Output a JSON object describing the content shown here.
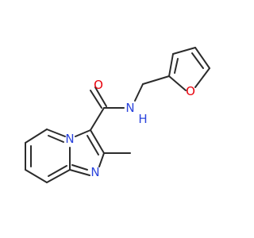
{
  "molecule": {
    "atoms": {
      "o_carbonyl": {
        "label": "O",
        "color": "#e8000b"
      },
      "n_amide": {
        "label": "N",
        "color": "#2b44dd"
      },
      "h_amide": {
        "label": "H",
        "color": "#2b44dd"
      },
      "o_furan": {
        "label": "O",
        "color": "#e8000b"
      },
      "n_bridge": {
        "label": "N",
        "color": "#2b44dd"
      },
      "n_imine": {
        "label": "N",
        "color": "#2b44dd"
      }
    },
    "bond_color": "#2b2b2b"
  }
}
